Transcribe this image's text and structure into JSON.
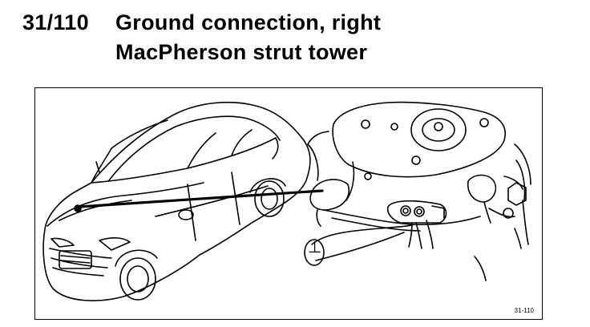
{
  "header": {
    "number": "31/110",
    "title_line1": "Ground connection, right",
    "title_line2": "MacPherson strut tower"
  },
  "figure": {
    "code": "31-110",
    "ground_symbol": "⊥"
  }
}
